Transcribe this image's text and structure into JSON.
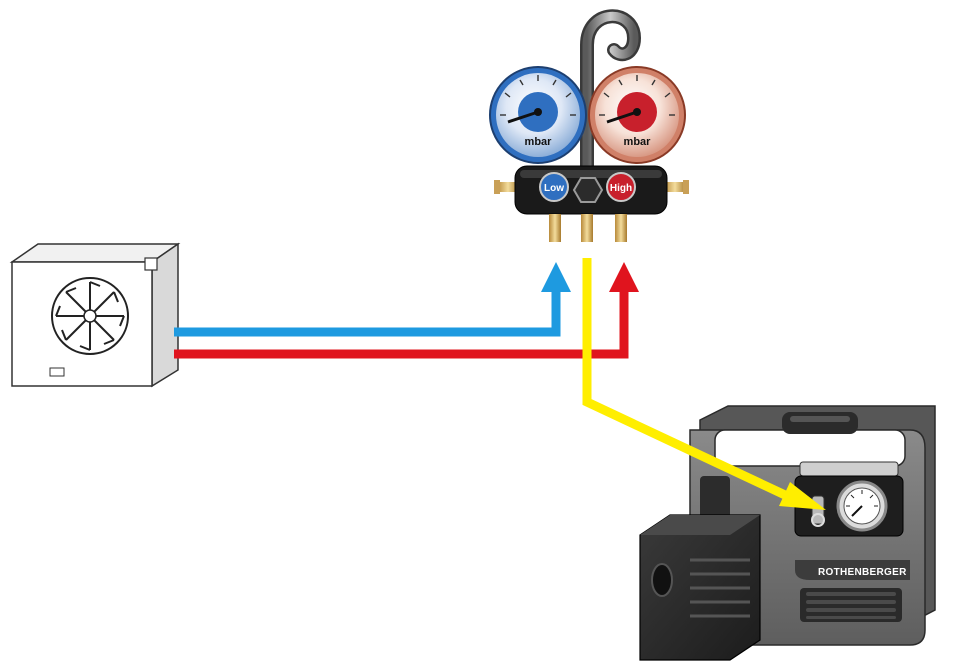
{
  "gauges": {
    "low": {
      "unit": "mbar",
      "color": "#2f6fc0",
      "port_label": "Low"
    },
    "high": {
      "unit": "mbar",
      "color": "#c8202c",
      "port_label": "High"
    }
  },
  "lines": {
    "low_color": "#1e9ae0",
    "high_color": "#e0141e",
    "vacuum_color": "#ffee00"
  },
  "pump": {
    "brand": "ROTHENBERGER",
    "body_color": "#6e6e6e"
  },
  "icons": [
    "outdoor-unit-icon",
    "manifold-gauge-icon",
    "vacuum-pump-icon",
    "arrow-up-icon",
    "arrow-right-down-icon"
  ]
}
